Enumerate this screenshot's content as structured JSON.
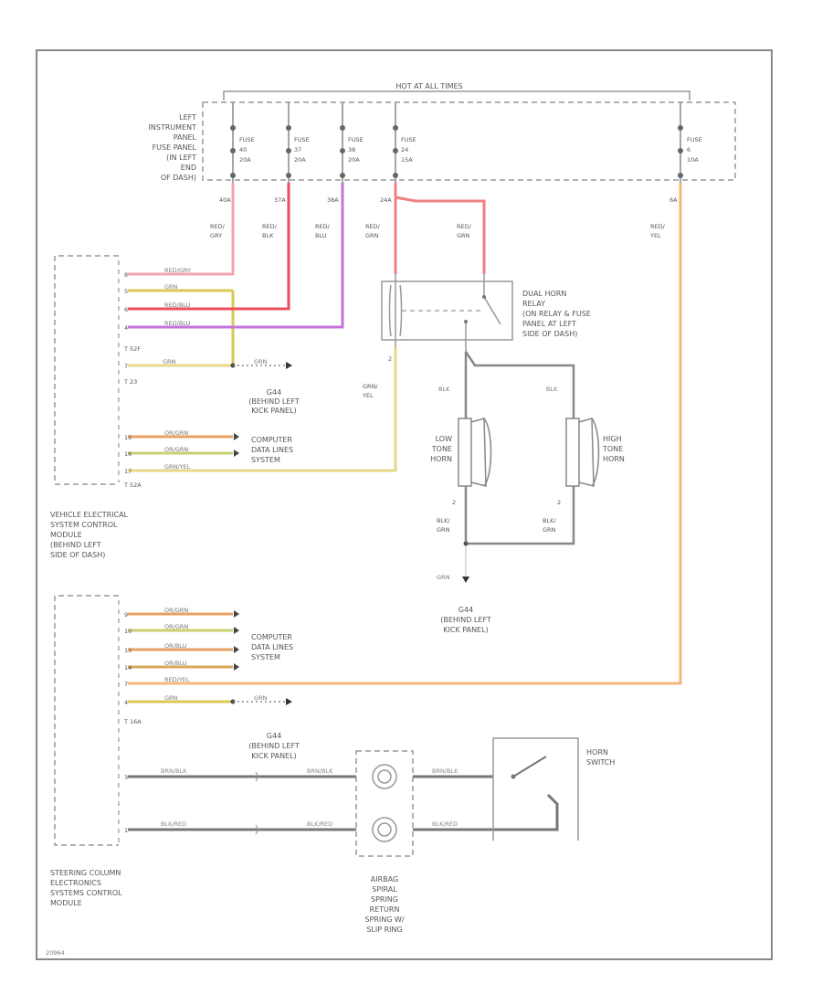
{
  "header": {
    "hot_label": "HOT AT ALL TIMES"
  },
  "fuse_panel": {
    "label_lines": [
      "LEFT",
      "INSTRUMENT",
      "PANEL",
      "FUSE PANEL",
      "(IN LEFT",
      "END",
      "OF DASH)"
    ],
    "fuses": [
      {
        "lines": [
          "FUSE",
          "40",
          "20A"
        ],
        "terminal": "40A",
        "wire": [
          "RED/",
          "GRY"
        ]
      },
      {
        "lines": [
          "FUSE",
          "37",
          "20A"
        ],
        "terminal": "37A",
        "wire": [
          "RED/",
          "BLK"
        ]
      },
      {
        "lines": [
          "FUSE",
          "38",
          "20A"
        ],
        "terminal": "38A",
        "wire": [
          "RED/",
          "BLU"
        ]
      },
      {
        "lines": [
          "FUSE",
          "24",
          "15A"
        ],
        "terminal": "24A",
        "wire": [
          "RED/",
          "GRN"
        ]
      },
      {
        "lines": [
          "FUSE",
          "6",
          "10A"
        ],
        "terminal": "6A",
        "wire": [
          "RED/",
          "YEL"
        ]
      }
    ]
  },
  "relay": {
    "label_lines": [
      "DUAL HORN",
      "RELAY",
      "(ON RELAY & FUSE",
      "PANEL AT LEFT",
      "SIDE OF DASH)"
    ],
    "wire_in": [
      "RED/",
      "GRN"
    ],
    "pin_out": "2",
    "wire_out": [
      "GRN/",
      "YEL"
    ]
  },
  "vesc": {
    "connector_a": "T 52F",
    "connector_b": "T 23",
    "connector_c": "T 52A",
    "pins_top": [
      {
        "pin": "8",
        "wire": "RED/GRY",
        "color": "#f08a9a"
      },
      {
        "pin": "5",
        "wire": "GRN",
        "color": "#c8b84a"
      },
      {
        "pin": "6",
        "wire": "RED/BLU",
        "color": "#e0404f"
      },
      {
        "pin": "4",
        "wire": "RED/BLU",
        "color": "#b35fc9"
      },
      {
        "pin": "7",
        "wire": "GRN",
        "color": "#d9c75a"
      }
    ],
    "ground_label_wire": "GRN",
    "ground_lines": [
      "G44",
      "(BEHIND LEFT",
      "KICK PANEL)"
    ],
    "data_pins": [
      {
        "pin": "15",
        "wire": "OR/GRN",
        "color": "#e8a062"
      },
      {
        "pin": "16",
        "wire": "OR/GRN",
        "color": "#c9cf72"
      },
      {
        "pin": "17",
        "wire": "GRN/YEL",
        "color": "#d6d45e"
      }
    ],
    "data_lines": [
      "COMPUTER",
      "DATA LINES",
      "SYSTEM"
    ],
    "module_lines": [
      "VEHICLE ELECTRICAL",
      "SYSTEM CONTROL",
      "MODULE",
      "(BEHIND LEFT",
      "SIDE OF DASH)"
    ]
  },
  "horns": {
    "wire_blk_left": "BLK",
    "wire_blk_right": "BLK",
    "low_lines": [
      "LOW",
      "TONE",
      "HORN"
    ],
    "high_lines": [
      "HIGH",
      "TONE",
      "HORN"
    ],
    "pin_left": "2",
    "pin_right": "2",
    "wire_bot_left": [
      "BLK/",
      "GRN"
    ],
    "wire_bot_right": [
      "BLK/",
      "GRN"
    ],
    "ground_wire": "GRN",
    "ground_lines": [
      "G44",
      "(BEHIND LEFT",
      "KICK PANEL)"
    ]
  },
  "scesc": {
    "connector": "T 16A",
    "pins": [
      {
        "pin": "9",
        "wire": "OR/GRN",
        "color": "#e8a062"
      },
      {
        "pin": "10",
        "wire": "OR/GRN",
        "color": "#c9cf72"
      },
      {
        "pin": "13",
        "wire": "OR/BLU",
        "color": "#e8a062"
      },
      {
        "pin": "14",
        "wire": "OR/BLU",
        "color": "#d9a85e"
      },
      {
        "pin": "7",
        "wire": "RED/YEL",
        "color": "#f5ad72"
      },
      {
        "pin": "4",
        "wire": "GRN",
        "color": "#d9c75a"
      }
    ],
    "data_lines": [
      "COMPUTER",
      "DATA LINES",
      "SYSTEM"
    ],
    "ground_wire": "GRN",
    "ground_lines": [
      "G44",
      "(BEHIND LEFT",
      "KICK PANEL)"
    ],
    "wire_pin_top": "3",
    "wire_pin_bot": "1",
    "wire_labels": [
      "BRN/BLK",
      "BRN/BLK",
      "BRN/BLK",
      "BLK/RED",
      "BLK/RED",
      "BLK/RED"
    ],
    "module_lines": [
      "STEERING COLUMN",
      "ELECTRONICS",
      "SYSTEMS CONTROL",
      "MODULE"
    ]
  },
  "airbag_lines": [
    "AIRBAG",
    "SPIRAL",
    "SPRING",
    "RETURN",
    "SPRING W/",
    "SLIP RING"
  ],
  "horn_switch_lines": [
    "HORN",
    "SWITCH"
  ],
  "footer_code": "20964"
}
